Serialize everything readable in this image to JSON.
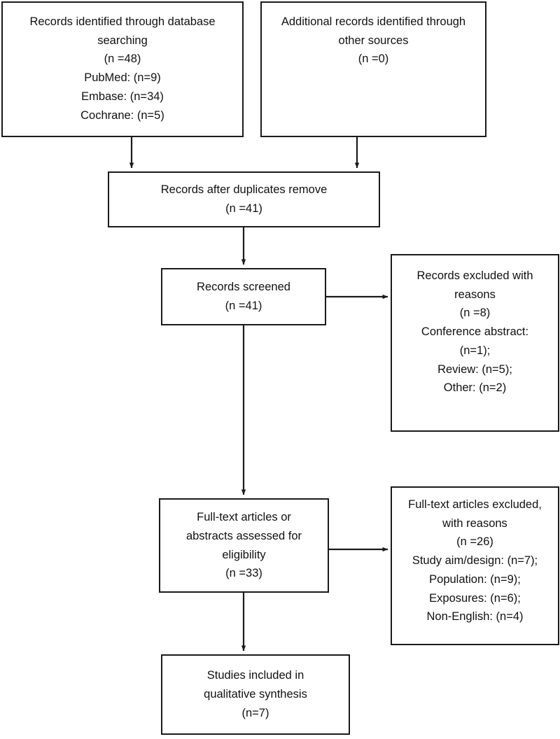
{
  "diagram": {
    "title": "PRISMA study selection flow diagram",
    "line_color": "#1a1a1a",
    "text_color": "#111111",
    "background": "#ffffff"
  },
  "nodes": {
    "database": {
      "name": "records-identified-database",
      "lines": [
        "Records identified through database",
        "searching",
        "(n =48)",
        "PubMed: (n=9)",
        "Embase: (n=34)",
        "Cochrane: (n=5)"
      ]
    },
    "other": {
      "name": "records-identified-other-sources",
      "lines": [
        "Additional records identified through",
        "other sources",
        "(n =0)"
      ]
    },
    "duplicates": {
      "name": "records-after-duplicates-removed",
      "lines": [
        "Records after duplicates remove",
        "(n =41)"
      ]
    },
    "screened": {
      "name": "records-screened",
      "lines": [
        "Records screened",
        "(n =41)"
      ]
    },
    "excluded": {
      "name": "records-excluded-with-reasons",
      "lines": [
        "Records excluded with",
        "reasons",
        "(n =8)",
        "Conference abstract:",
        "(n=1);",
        "Review: (n=5);",
        "Other: (n=2)"
      ]
    },
    "fulltext": {
      "name": "full-text-articles-assessed",
      "lines": [
        "Full-text articles or",
        "abstracts assessed for",
        "eligibility",
        "(n =33)"
      ]
    },
    "ftexcluded": {
      "name": "full-text-articles-excluded",
      "lines": [
        "Full-text articles excluded,",
        "with reasons",
        "(n =26)",
        "Study aim/design: (n=7);",
        "Population: (n=9);",
        "Exposures: (n=6);",
        "Non-English: (n=4)"
      ]
    },
    "included": {
      "name": "studies-included-qualitative-synthesis",
      "lines": [
        "Studies included in",
        "qualitative synthesis",
        "(n=7)"
      ]
    }
  },
  "connectors": [
    {
      "name": "arrow-database-to-duplicates",
      "from": "database",
      "to": "duplicates",
      "orientation": "vertical"
    },
    {
      "name": "arrow-other-to-duplicates",
      "from": "other",
      "to": "duplicates",
      "orientation": "vertical"
    },
    {
      "name": "arrow-duplicates-to-screened",
      "from": "duplicates",
      "to": "screened",
      "orientation": "vertical"
    },
    {
      "name": "arrow-screened-to-excluded",
      "from": "screened",
      "to": "excluded",
      "orientation": "horizontal"
    },
    {
      "name": "arrow-screened-to-fulltext",
      "from": "screened",
      "to": "fulltext",
      "orientation": "vertical"
    },
    {
      "name": "arrow-fulltext-to-ftexcluded",
      "from": "fulltext",
      "to": "ftexcluded",
      "orientation": "horizontal"
    },
    {
      "name": "arrow-fulltext-to-included",
      "from": "fulltext",
      "to": "included",
      "orientation": "vertical"
    }
  ]
}
